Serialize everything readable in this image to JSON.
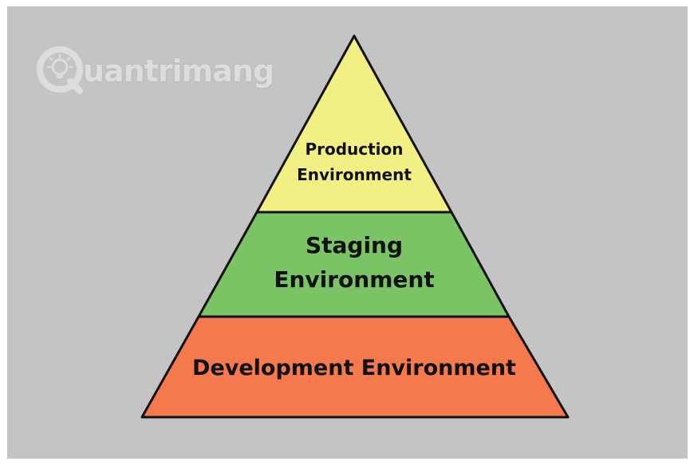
{
  "watermark": {
    "text": "uantrimang",
    "icon": "lightbulb-q-logo-icon"
  },
  "pyramid": {
    "layers": [
      {
        "lines": [
          "Production",
          "Environment"
        ],
        "color": "#f2f084"
      },
      {
        "lines": [
          "Staging",
          "Environment"
        ],
        "color": "#7ac465"
      },
      {
        "lines": [
          "Development Environment"
        ],
        "color": "#f47a4e"
      }
    ],
    "outline_color": "#111111"
  }
}
